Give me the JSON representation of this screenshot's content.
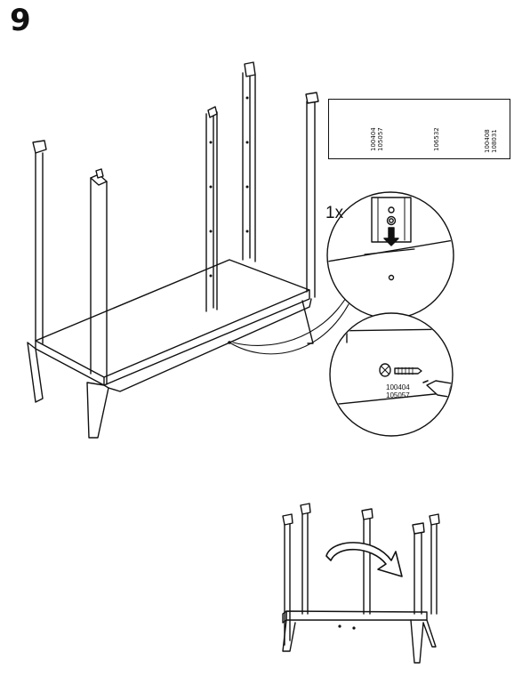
{
  "step": {
    "number": "9"
  },
  "parts": {
    "screw_codes": [
      "100404",
      "105057"
    ],
    "washer_codes": [
      "106532"
    ],
    "bolt_codes": [
      "100408",
      "108031"
    ]
  },
  "detail": {
    "quantity": "1x",
    "screw_codes": [
      "100404",
      "105057"
    ]
  }
}
